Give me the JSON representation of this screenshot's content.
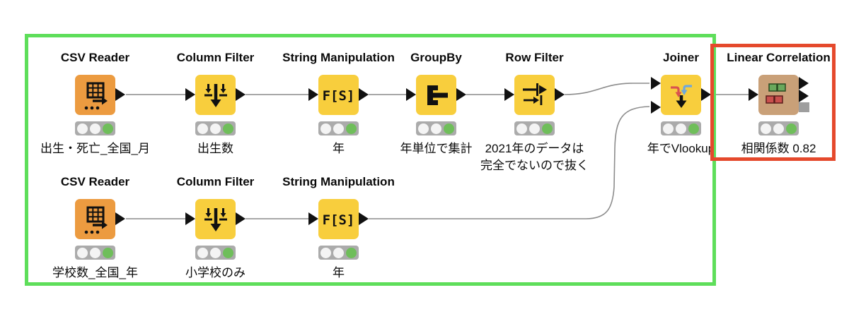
{
  "app": "knime-workflow-editor",
  "annotations": {
    "green_box_color": "#5ede5a",
    "red_box_color": "#e5492c"
  },
  "colors": {
    "source_node": "#ec9b40",
    "manipulator_node": "#f8ce3d",
    "learner_node": "#c9a078",
    "traffic_light_bg": "#ababab",
    "traffic_light_green": "#6fbe5a",
    "wire": "#8c8c8c"
  },
  "nodes": [
    {
      "title": "CSV Reader",
      "label": "出生・死亡_全国_月",
      "icon": "csv-reader-icon",
      "status": "executed"
    },
    {
      "title": "Column Filter",
      "label": "出生数",
      "icon": "column-filter-icon",
      "status": "executed"
    },
    {
      "title": "String Manipulation",
      "label": "年",
      "icon_text": "F[S]",
      "icon": "string-manipulation-icon",
      "status": "executed"
    },
    {
      "title": "GroupBy",
      "label": "年単位で集計",
      "icon": "groupby-icon",
      "status": "executed"
    },
    {
      "title": "Row Filter",
      "label_line1": "2021年のデータは",
      "label_line2": "完全でないので抜く",
      "icon": "row-filter-icon",
      "status": "executed"
    },
    {
      "title": "Joiner",
      "label": "年でVlookup",
      "icon": "joiner-icon",
      "status": "executed"
    },
    {
      "title": "Linear Correlation",
      "label": "相関係数 0.82",
      "icon": "correlation-matrix-icon",
      "status": "executed"
    },
    {
      "title": "CSV Reader",
      "label": "学校数_全国_年",
      "icon": "csv-reader-icon",
      "status": "executed"
    },
    {
      "title": "Column Filter",
      "label": "小学校のみ",
      "icon": "column-filter-icon",
      "status": "executed"
    },
    {
      "title": "String Manipulation",
      "label": "年",
      "icon_text": "F[S]",
      "icon": "string-manipulation-icon",
      "status": "executed"
    }
  ]
}
